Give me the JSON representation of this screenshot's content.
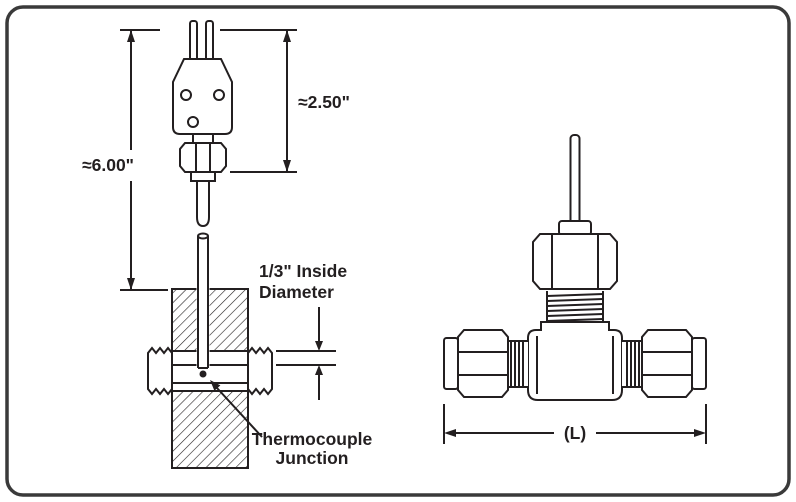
{
  "page": {
    "background": "#ffffff",
    "border_color": "#3a3a3a",
    "line_color": "#231f20"
  },
  "diagram": {
    "type": "technical-drawing",
    "description": "Thermocouple probe with connector and compression tee fitting, dimensional drawing",
    "labels": {
      "overall_length": "≈6.00\"",
      "connector_length": "≈2.50\"",
      "inside_diameter_line1": "1/3\" Inside",
      "inside_diameter_line2": "Diameter",
      "junction_line1": "Thermocouple",
      "junction_line2": "Junction",
      "tee_length": "(L)"
    }
  }
}
